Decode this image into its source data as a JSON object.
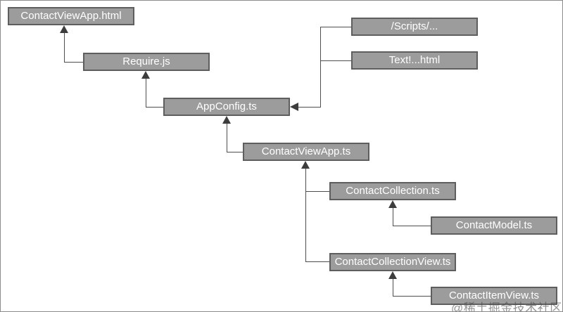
{
  "diagram": {
    "nodes": [
      {
        "id": "contact-view-app-html",
        "label": "ContactViewApp.html"
      },
      {
        "id": "require-js",
        "label": "Require.js"
      },
      {
        "id": "app-config-ts",
        "label": "AppConfig.ts"
      },
      {
        "id": "scripts-folder",
        "label": "/Scripts/..."
      },
      {
        "id": "text-plugin-html",
        "label": "Text!...html"
      },
      {
        "id": "contact-view-app-ts",
        "label": "ContactViewApp.ts"
      },
      {
        "id": "contact-collection-ts",
        "label": "ContactCollection.ts"
      },
      {
        "id": "contact-model-ts",
        "label": "ContactModel.ts"
      },
      {
        "id": "contact-collection-view-ts",
        "label": "ContactCollectionView.ts"
      },
      {
        "id": "contact-item-view-ts",
        "label": "ContactItemView.ts"
      }
    ],
    "edges": [
      {
        "from": "Require.js",
        "to": "ContactViewApp.html"
      },
      {
        "from": "AppConfig.ts",
        "to": "Require.js"
      },
      {
        "from": "/Scripts/...",
        "to": "AppConfig.ts"
      },
      {
        "from": "Text!...html",
        "to": "AppConfig.ts"
      },
      {
        "from": "ContactViewApp.ts",
        "to": "AppConfig.ts"
      },
      {
        "from": "ContactCollection.ts",
        "to": "ContactViewApp.ts"
      },
      {
        "from": "ContactCollectionView.ts",
        "to": "ContactViewApp.ts"
      },
      {
        "from": "ContactModel.ts",
        "to": "ContactCollection.ts"
      },
      {
        "from": "ContactItemView.ts",
        "to": "ContactCollectionView.ts"
      }
    ],
    "colors": {
      "box_fill": "#9c9c9c",
      "box_border": "#5e5e5e",
      "box_text": "#ffffff",
      "line": "#4d4d4d",
      "canvas_border": "#8c8c8c"
    },
    "watermark": "@稀土掘金技术社区"
  }
}
